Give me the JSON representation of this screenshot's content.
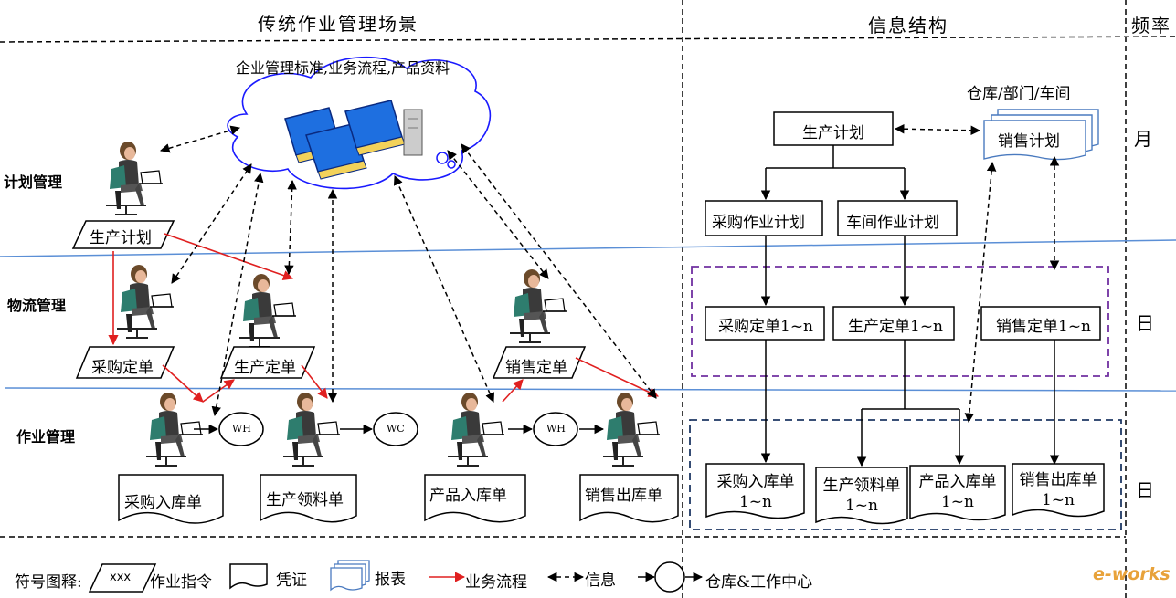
{
  "headers": {
    "scenario": "传统作业管理场景",
    "info": "信息结构",
    "freq": "频率"
  },
  "rows": {
    "plan": "计划管理",
    "logistics": "物流管理",
    "ops": "作业管理"
  },
  "cloud_label": "企业管理标准,业务流程,产品资料",
  "left": {
    "prod_plan": "生产计划",
    "purchase_order": "采购定单",
    "prod_order": "生产定单",
    "sales_order": "销售定单",
    "wh1": "WH",
    "wc": "WC",
    "wh2": "WH",
    "doc_purchase_in": "采购入库单",
    "doc_prod_pick": "生产领料单",
    "doc_product_in": "产品入库单",
    "doc_sales_out": "销售出库单"
  },
  "right": {
    "warehouse_label": "仓库/部门/车间",
    "prod_plan": "生产计划",
    "sales_plan": "销售计划",
    "purchase_plan": "采购作业计划",
    "shop_plan": "车间作业计划",
    "purchase_order": "采购定单1~n",
    "prod_order": "生产定单1~n",
    "sales_order": "销售定单1~n",
    "doc_purchase_in": [
      "采购入库单",
      "1~n"
    ],
    "doc_prod_pick": [
      "生产领料单",
      "1~n"
    ],
    "doc_product_in": [
      "产品入库单",
      "1~n"
    ],
    "doc_sales_out": [
      "销售出库单",
      "1~n"
    ]
  },
  "freq": {
    "month": "月",
    "day1": "日",
    "day2": "日"
  },
  "legend": {
    "title": "符号图释:",
    "xxx": "xxx",
    "instr": "作业指令",
    "voucher": "凭证",
    "report": "报表",
    "flow": "业务流程",
    "info": "信息",
    "center": "仓库&工作中心"
  },
  "watermark": "e-works",
  "colors": {
    "red": "#e02020",
    "blue_line": "#5b8fd6",
    "purple": "#7030a0",
    "navy": "#1f3864",
    "cloud": "#1a1aff",
    "book": "#1e6fe0"
  }
}
